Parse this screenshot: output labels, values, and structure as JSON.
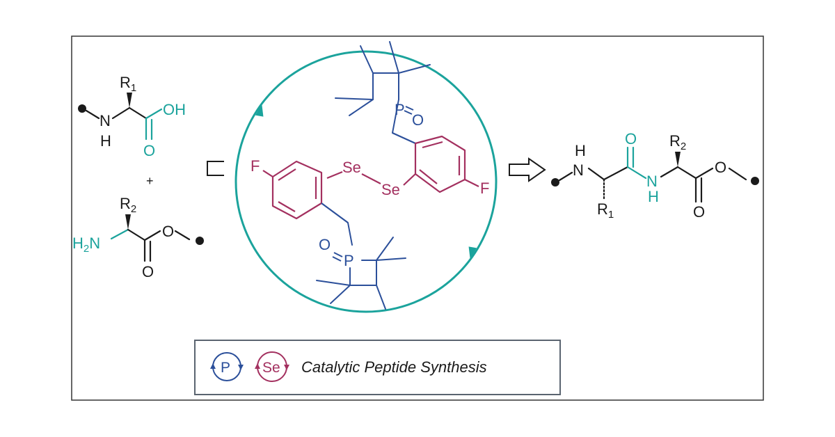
{
  "colors": {
    "black": "#1a1a1a",
    "teal": "#1ba39c",
    "blue": "#2b4f9a",
    "magenta": "#a3305f",
    "frame": "#333333",
    "legend_border": "#5a6470"
  },
  "reactant1": {
    "r_label": "R",
    "r_sub": "1",
    "nh_n": "N",
    "nh_h": "H",
    "oh": "OH",
    "o": "O"
  },
  "plus": "+",
  "reactant2": {
    "r_label": "R",
    "r_sub": "2",
    "h2n_h": "H",
    "h2n_sub": "2",
    "h2n_n": "N",
    "o_ester": "O",
    "o_carbonyl": "O"
  },
  "catalyst": {
    "p_top": "P",
    "o_top": "O",
    "p_bottom": "P",
    "o_bottom": "O",
    "se_1": "Se",
    "se_2": "Se",
    "f_left": "F",
    "f_right": "F"
  },
  "product": {
    "h_top": "H",
    "n_left": "N",
    "o_amide": "O",
    "n_amide": "N",
    "h_amide": "H",
    "r1_label": "R",
    "r1_sub": "1",
    "r2_label": "R",
    "r2_sub": "2",
    "o_ester": "O",
    "o_carbonyl": "O"
  },
  "legend": {
    "p_icon_label": "P",
    "se_icon_label": "Se",
    "title": "Catalytic Peptide Synthesis"
  }
}
